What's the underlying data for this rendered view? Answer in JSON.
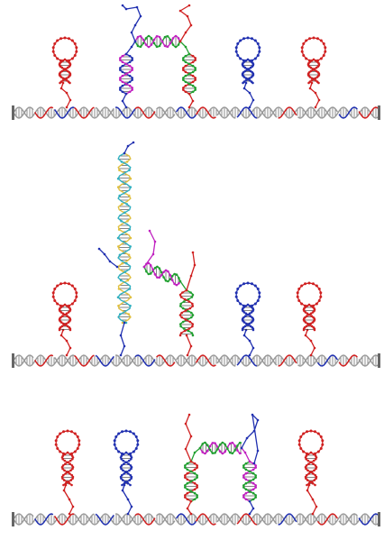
{
  "colors": {
    "red": "#d02020",
    "blue": "#2030b0",
    "green": "#20a030",
    "magenta": "#c020c0",
    "yellow": "#e0c040",
    "cyan": "#30b0c0",
    "gray": "#999999",
    "rung": "#333333"
  },
  "panels": [
    {
      "name": "panel-1",
      "hairpins": [
        {
          "name": "hairpin-red-1",
          "color": "red"
        },
        {
          "name": "hairpin-blue-1",
          "color": "blue"
        },
        {
          "name": "hairpin-red-2",
          "color": "red"
        }
      ],
      "complex": {
        "name": "walker-complex-1",
        "stem_colors": [
          "blue",
          "green"
        ],
        "bridge": [
          "green",
          "magenta"
        ]
      }
    },
    {
      "name": "panel-2",
      "hairpins": [
        {
          "name": "hairpin-red-3",
          "color": "red"
        },
        {
          "name": "hairpin-blue-2",
          "color": "blue"
        },
        {
          "name": "hairpin-red-4",
          "color": "red"
        }
      ],
      "tall_helix": {
        "name": "tall-duplex",
        "colors": [
          "yellow",
          "cyan"
        ]
      },
      "complex": {
        "name": "walker-complex-2",
        "stem_colors": [
          "green",
          "magenta"
        ]
      }
    },
    {
      "name": "panel-3",
      "hairpins": [
        {
          "name": "hairpin-red-5",
          "color": "red"
        },
        {
          "name": "hairpin-blue-3",
          "color": "blue"
        },
        {
          "name": "hairpin-red-6",
          "color": "red"
        }
      ],
      "complex": {
        "name": "walker-complex-3",
        "stem_colors": [
          "green",
          "magenta"
        ],
        "bridge": [
          "magenta",
          "green"
        ]
      }
    }
  ]
}
